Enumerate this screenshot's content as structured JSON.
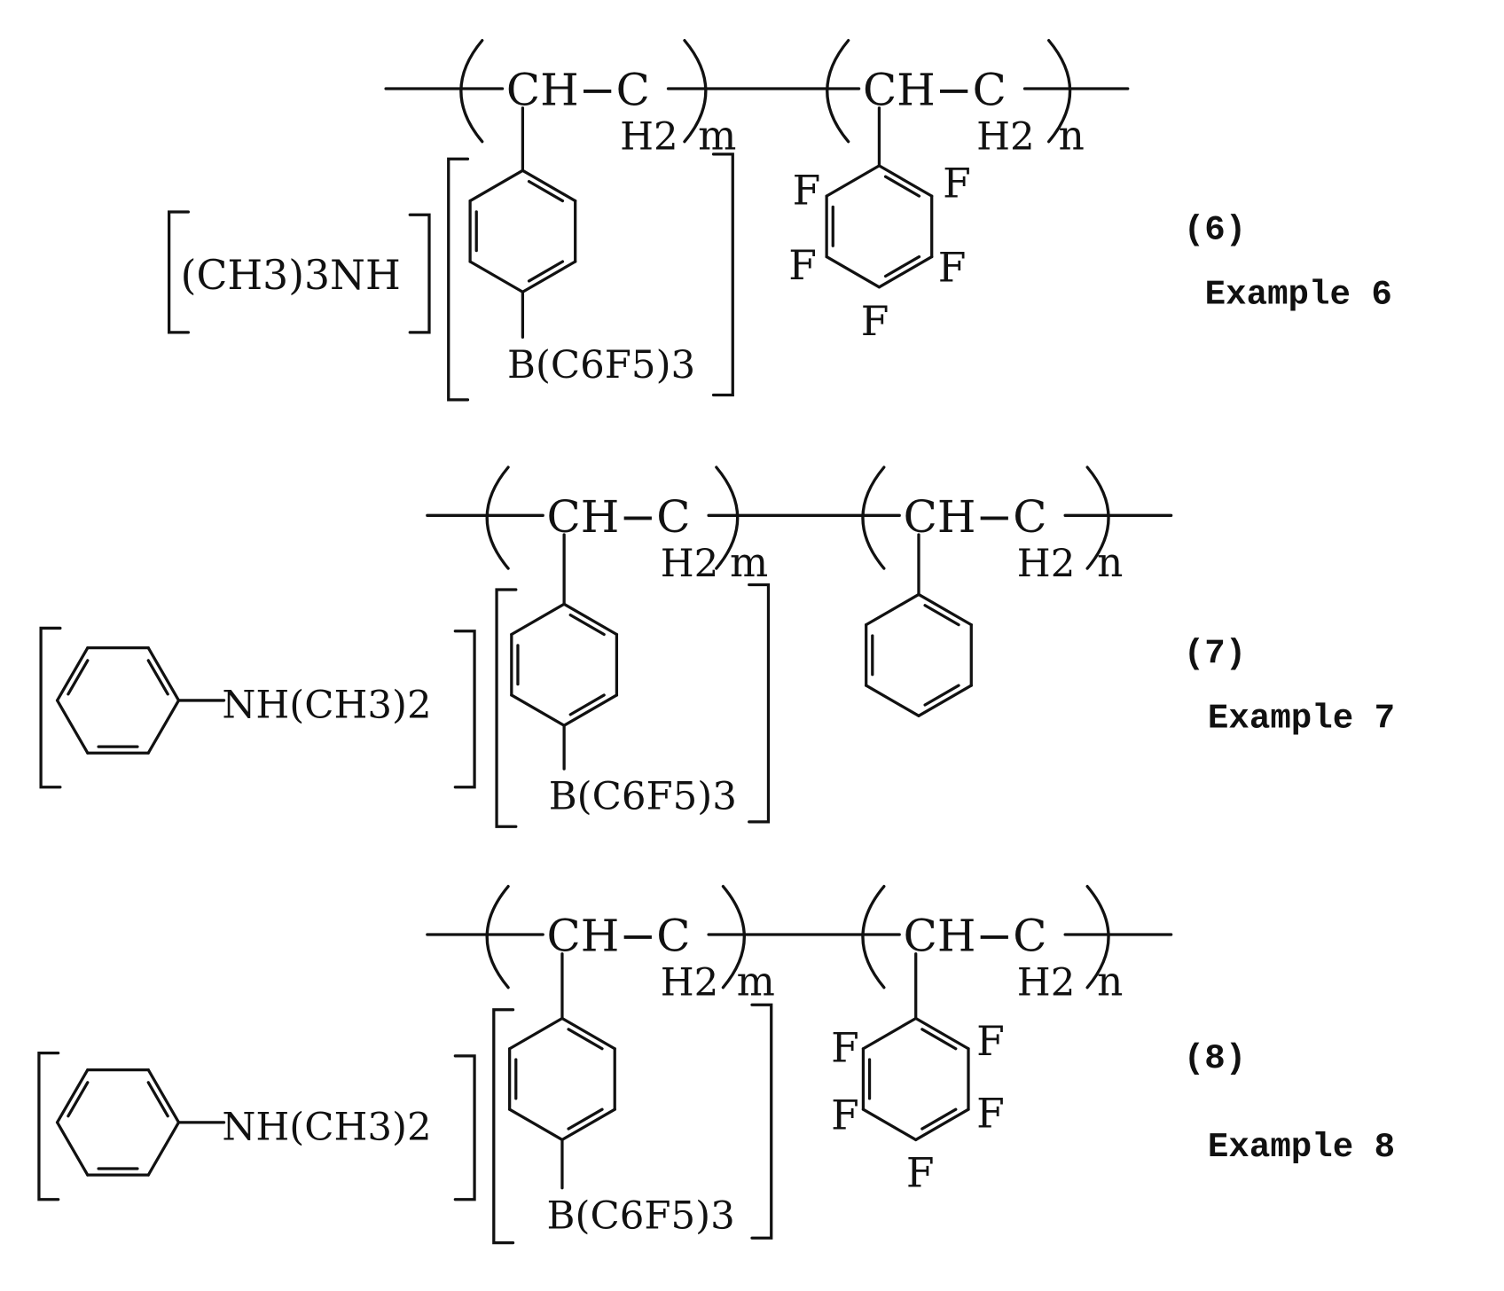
{
  "structures": [
    {
      "id": "6",
      "number_label": "(6)",
      "example_label": "Example 6",
      "unit1": {
        "ch_c": "CH−C",
        "h2": "H2",
        "subscript": "m",
        "substituent": "B(C6F5)3"
      },
      "unit2": {
        "ch_c": "CH−C",
        "h2": "H2",
        "subscript": "n",
        "fluorines": [
          "F",
          "F",
          "F",
          "F",
          "F"
        ]
      },
      "cation": "(CH3)3NH"
    },
    {
      "id": "7",
      "number_label": "(7)",
      "example_label": "Example 7",
      "unit1": {
        "ch_c": "CH−C",
        "h2": "H2",
        "subscript": "m",
        "substituent": "B(C6F5)3"
      },
      "unit2": {
        "ch_c": "CH−C",
        "h2": "H2",
        "subscript": "n",
        "fluorines": []
      },
      "cation": "NH(CH3)2"
    },
    {
      "id": "8",
      "number_label": "(8)",
      "example_label": "Example 8",
      "unit1": {
        "ch_c": "CH−C",
        "h2": "H2",
        "subscript": "m",
        "substituent": "B(C6F5)3"
      },
      "unit2": {
        "ch_c": "CH−C",
        "h2": "H2",
        "subscript": "n",
        "fluorines": [
          "F",
          "F",
          "F",
          "F",
          "F"
        ]
      },
      "cation": "NH(CH3)2"
    }
  ]
}
